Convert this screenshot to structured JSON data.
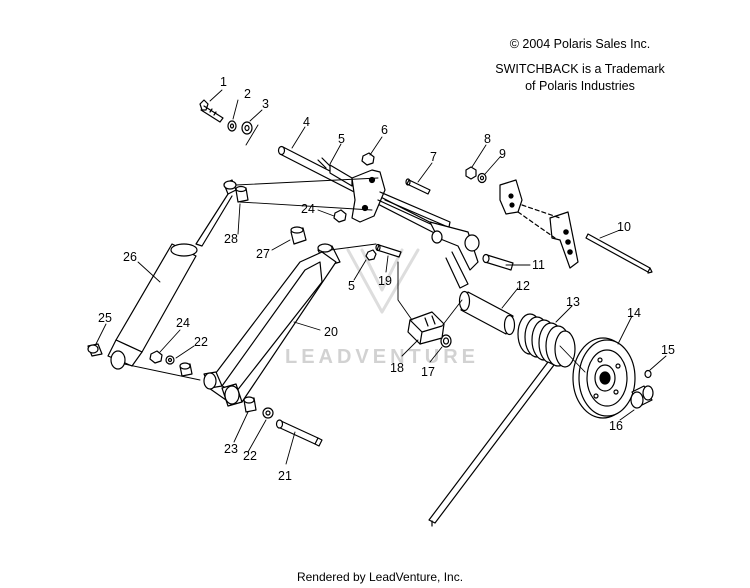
{
  "credits": {
    "copyright": "© 2004 Polaris Sales Inc.",
    "trademark_line1": "SWITCHBACK is a Trademark",
    "trademark_line2": "of Polaris Industries",
    "rendered_by": "Rendered by LeadVenture, Inc."
  },
  "watermark": "LEADVENTURE",
  "callouts": [
    {
      "id": "c1",
      "label": "1"
    },
    {
      "id": "c2",
      "label": "2"
    },
    {
      "id": "c3",
      "label": "3"
    },
    {
      "id": "c4",
      "label": "4"
    },
    {
      "id": "c5a",
      "label": "5"
    },
    {
      "id": "c5b",
      "label": "5"
    },
    {
      "id": "c6",
      "label": "6"
    },
    {
      "id": "c7",
      "label": "7"
    },
    {
      "id": "c8",
      "label": "8"
    },
    {
      "id": "c9",
      "label": "9"
    },
    {
      "id": "c10",
      "label": "10"
    },
    {
      "id": "c11",
      "label": "11"
    },
    {
      "id": "c12",
      "label": "12"
    },
    {
      "id": "c13",
      "label": "13"
    },
    {
      "id": "c14",
      "label": "14"
    },
    {
      "id": "c15",
      "label": "15"
    },
    {
      "id": "c16",
      "label": "16"
    },
    {
      "id": "c17",
      "label": "17"
    },
    {
      "id": "c18",
      "label": "18"
    },
    {
      "id": "c19",
      "label": "19"
    },
    {
      "id": "c20",
      "label": "20"
    },
    {
      "id": "c21",
      "label": "21"
    },
    {
      "id": "c22a",
      "label": "22"
    },
    {
      "id": "c22b",
      "label": "22"
    },
    {
      "id": "c23",
      "label": "23"
    },
    {
      "id": "c24a",
      "label": "24"
    },
    {
      "id": "c24b",
      "label": "24"
    },
    {
      "id": "c25",
      "label": "25"
    },
    {
      "id": "c26",
      "label": "26"
    },
    {
      "id": "c27",
      "label": "27"
    },
    {
      "id": "c28",
      "label": "28"
    }
  ]
}
